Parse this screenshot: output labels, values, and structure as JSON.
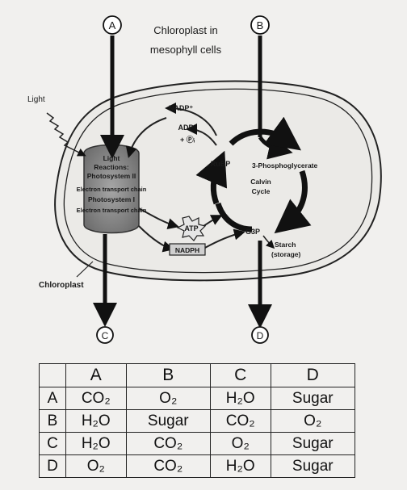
{
  "diagram": {
    "title_line1": "Chloroplast in",
    "title_line2": "mesophyll cells",
    "circle_a": "A",
    "circle_b": "B",
    "circle_c": "C",
    "circle_d": "D",
    "light": "Light",
    "chloroplast": "Chloroplast",
    "light_box": [
      "Light",
      "Reactions:",
      "Photosystem II",
      "Electron transport chain",
      "Photosystem I",
      "Electron transport chain"
    ],
    "nadp": "NADP⁺",
    "adp": "ADP",
    "pi": "+ Ⓟᵢ",
    "atp": "ATP",
    "nadph": "NADPH",
    "rubp": "RuBP",
    "pga": "3-Phosphoglycerate",
    "calvin_line1": "Calvin",
    "calvin_line2": "Cycle",
    "g3p": "G3P",
    "starch_line1": "Starch",
    "starch_line2": "(storage)"
  },
  "table": {
    "headers": [
      "",
      "A",
      "B",
      "C",
      "D"
    ],
    "rows": [
      [
        "A",
        "CO₂",
        "O₂",
        "H₂O",
        "Sugar"
      ],
      [
        "B",
        "H₂O",
        "Sugar",
        "CO₂",
        "O₂"
      ],
      [
        "C",
        "H₂O",
        "CO₂",
        "O₂",
        "Sugar"
      ],
      [
        "D",
        "O₂",
        "CO₂",
        "H₂O",
        "Sugar"
      ]
    ]
  }
}
